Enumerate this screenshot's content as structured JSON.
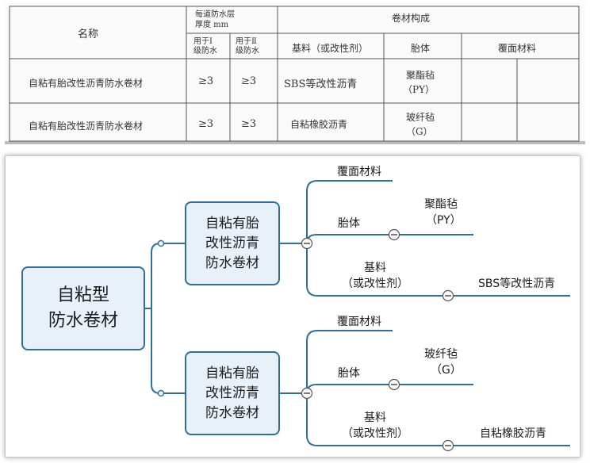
{
  "table": {
    "col_name": "名称",
    "thickness_header_line1": "每道防水层",
    "thickness_header_line2": "厚度  mm",
    "material_header": "卷材构成",
    "grade1_line1": "用于Ⅰ",
    "grade1_line2": "级防水",
    "grade2_line1": "用于Ⅱ",
    "grade2_line2": "级防水",
    "base_header": "基料（或改性剂）",
    "carrier_header": "胎体",
    "cover_header": "覆面材料",
    "rows": [
      {
        "name": "自粘有胎改性沥青防水卷材",
        "g1": "≥3",
        "g2": "≥3",
        "base": "SBS等改性沥青",
        "carrier_line1": "聚酯毡",
        "carrier_line2": "（PY）",
        "cover": ""
      },
      {
        "name": "自粘有胎改性沥青防水卷材",
        "g1": "≥3",
        "g2": "≥3",
        "base": "自粘橡胶沥青",
        "carrier_line1": "玻纤毡",
        "carrier_line2": "（G）",
        "cover": ""
      }
    ]
  },
  "mindmap": {
    "root": {
      "line1": "自粘型",
      "line2": "防水卷材"
    },
    "branches": [
      {
        "node": {
          "line1": "自粘有胎",
          "line2": "改性沥青",
          "line3": "防水卷材"
        },
        "cover_label": "覆面材料",
        "carrier_label": "胎体",
        "carrier_value_line1": "聚酯毡",
        "carrier_value_line2": "（PY）",
        "base_label_line1": "基料",
        "base_label_line2": "（或改性剂）",
        "base_value": "SBS等改性沥青"
      },
      {
        "node": {
          "line1": "自粘有胎",
          "line2": "改性沥青",
          "line3": "防水卷材"
        },
        "cover_label": "覆面材料",
        "carrier_label": "胎体",
        "carrier_value_line1": "玻纤毡",
        "carrier_value_line2": "（G）",
        "base_label_line1": "基料",
        "base_label_line2": "（或改性剂）",
        "base_value": "自粘橡胶沥青"
      }
    ],
    "colors": {
      "line": "#2e6f9e",
      "node_fill": "#e8f1fa",
      "node_border": "#2e6f9e"
    }
  }
}
